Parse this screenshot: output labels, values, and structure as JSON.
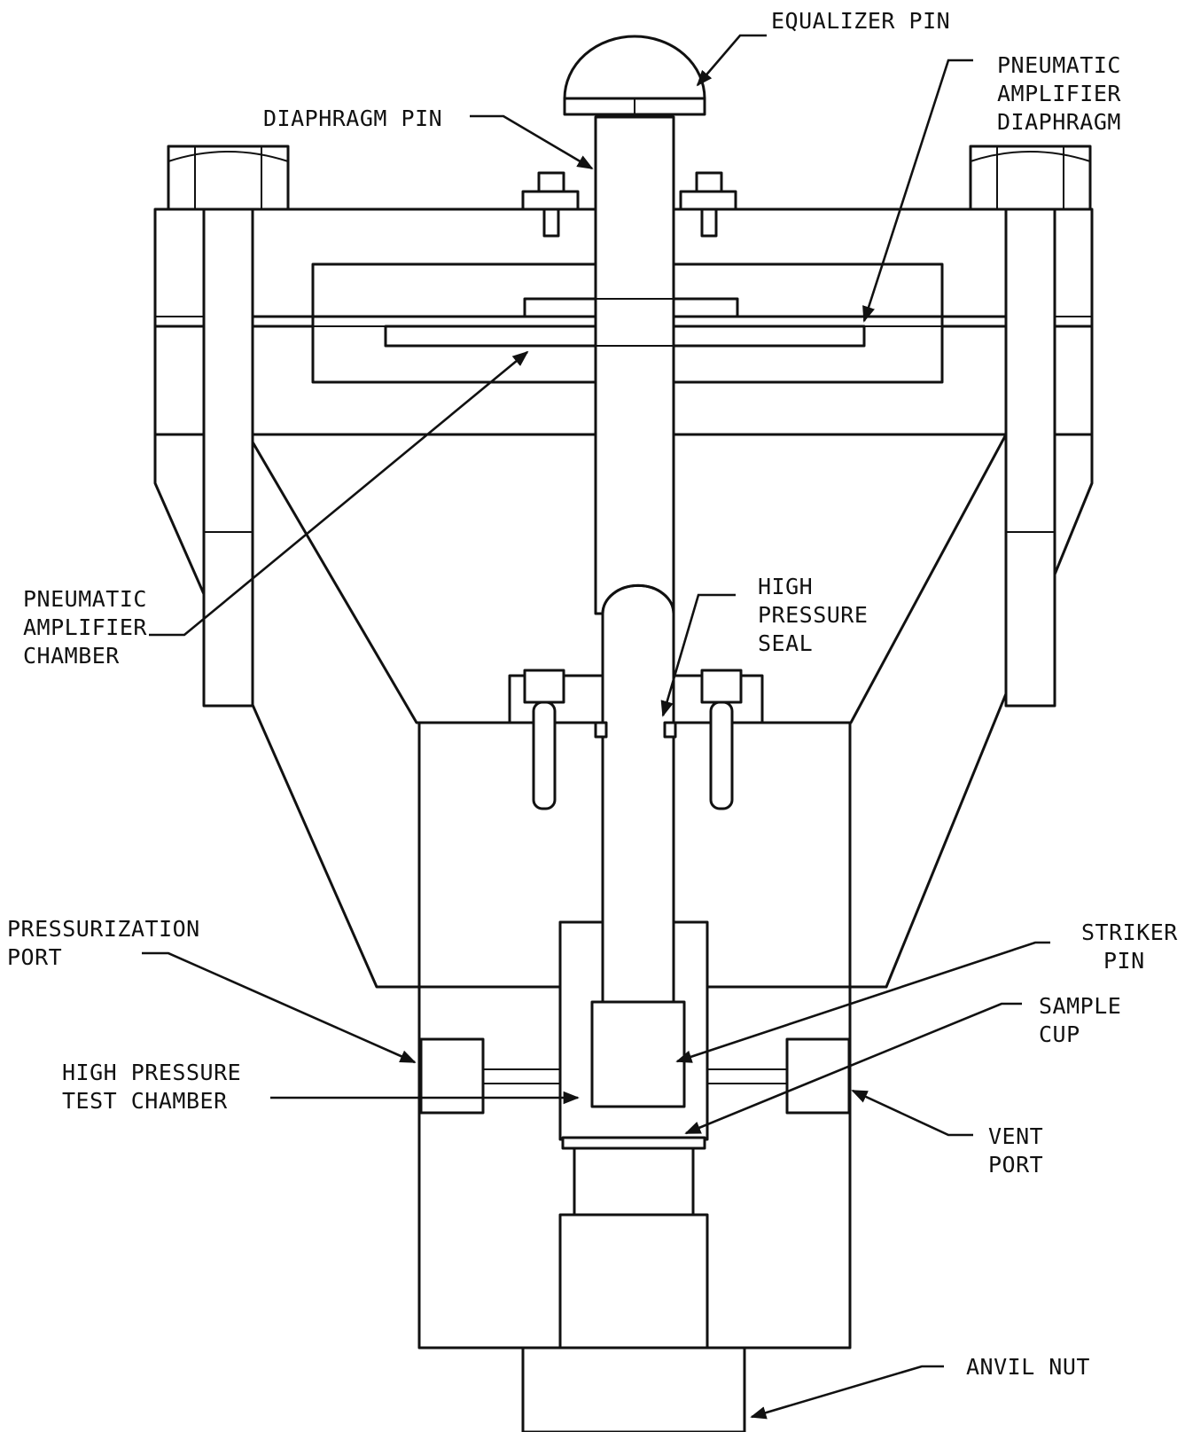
{
  "labels": {
    "equalizer_pin": "EQUALIZER PIN",
    "diaphragm_pin": "DIAPHRAGM PIN",
    "pneumatic_amplifier_diaphragm": [
      "PNEUMATIC",
      "AMPLIFIER",
      "DIAPHRAGM"
    ],
    "pneumatic_amplifier_chamber": [
      "PNEUMATIC",
      "AMPLIFIER",
      "CHAMBER"
    ],
    "high_pressure_seal": [
      "HIGH",
      "PRESSURE",
      "SEAL"
    ],
    "pressurization_port": [
      "PRESSURIZATION",
      "PORT"
    ],
    "striker_pin": [
      "STRIKER",
      "PIN"
    ],
    "sample_cup": [
      "SAMPLE",
      "CUP"
    ],
    "high_pressure_test_chamber": [
      "HIGH PRESSURE",
      "TEST CHAMBER"
    ],
    "vent_port": [
      "VENT",
      "PORT"
    ],
    "anvil_nut": "ANVIL NUT"
  },
  "colors": {
    "ink": "#111111",
    "paper": "#ffffff"
  }
}
